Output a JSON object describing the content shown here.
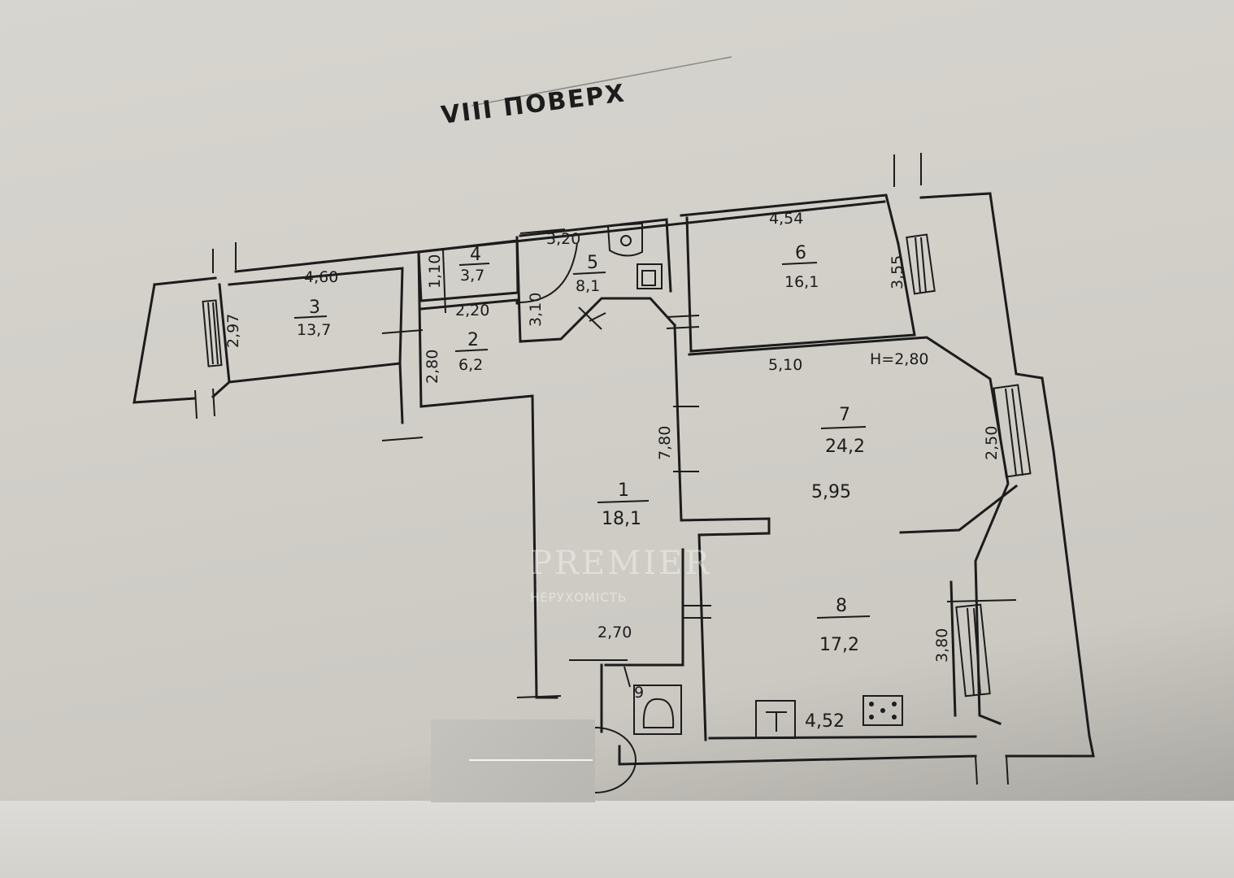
{
  "title": "VIII ПОВЕРХ",
  "rooms": [
    {
      "number": "1",
      "area": "18,1"
    },
    {
      "number": "2",
      "area": "6,2"
    },
    {
      "number": "3",
      "area": "13,7"
    },
    {
      "number": "4",
      "area": "3,7"
    },
    {
      "number": "5",
      "area": "8,1"
    },
    {
      "number": "6",
      "area": "16,1"
    },
    {
      "number": "7",
      "area": "24,2"
    },
    {
      "number": "8",
      "area": "17,2"
    },
    {
      "number": "9",
      "area": ""
    }
  ],
  "dimensions": {
    "room3_width": "4,60",
    "room3_depth": "2,97",
    "room4_width": "1,10",
    "room5_width": "3,20",
    "room5_depth": "3,10",
    "room2_width": "2,20",
    "room2_depth": "2,80",
    "room1_length": "7,80",
    "room1_width": "2,70",
    "room6_width": "4,54",
    "room6_depth": "3,55",
    "room7_width": "5,10",
    "ceiling_height": "H=2,80",
    "room7_bay": "2,50",
    "room7_8_length": "5,95",
    "room8_depth": "3,80",
    "room8_width": "4,52"
  },
  "watermark": {
    "brand": "PREMIER",
    "tagline": "НЕРУХОМІСТЬ"
  }
}
